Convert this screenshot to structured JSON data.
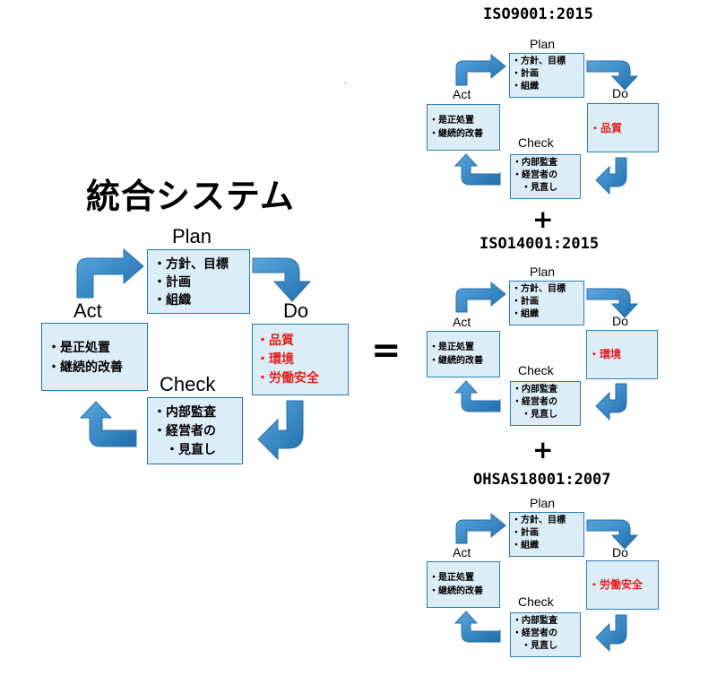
{
  "main": {
    "title": "統合システム",
    "equals": "=",
    "labels": {
      "plan": "Plan",
      "do": "Do",
      "check": "Check",
      "act": "Act"
    },
    "plan_items": [
      "方針、目標",
      "計画",
      "組織"
    ],
    "do_items": [
      "品質",
      "環境",
      "労働安全"
    ],
    "check_items": [
      "内部監査",
      "経営者の",
      "見直し"
    ],
    "act_items": [
      "是正処置",
      "継続的改善"
    ]
  },
  "iso9001": {
    "title": "ISO9001:2015",
    "labels": {
      "plan": "Plan",
      "do": "Do",
      "check": "Check",
      "act": "Act"
    },
    "plan_items": [
      "方針、目標",
      "計画",
      "組織"
    ],
    "do_items": [
      "品質"
    ],
    "check_items": [
      "内部監査",
      "経営者の",
      "見直し"
    ],
    "act_items": [
      "是正処置",
      "継続的改善"
    ]
  },
  "plus1": "+",
  "iso14001": {
    "title": "ISO14001:2015",
    "labels": {
      "plan": "Plan",
      "do": "Do",
      "check": "Check",
      "act": "Act"
    },
    "plan_items": [
      "方針、目標",
      "計画",
      "組織"
    ],
    "do_items": [
      "環境"
    ],
    "check_items": [
      "内部監査",
      "経営者の",
      "見直し"
    ],
    "act_items": [
      "是正処置",
      "継続的改善"
    ]
  },
  "plus2": "+",
  "ohsas18001": {
    "title": "OHSAS18001:2007",
    "labels": {
      "plan": "Plan",
      "do": "Do",
      "check": "Check",
      "act": "Act"
    },
    "plan_items": [
      "方針、目標",
      "計画",
      "組織"
    ],
    "do_items": [
      "労働安全"
    ],
    "check_items": [
      "内部監査",
      "経営者の",
      "見直し"
    ],
    "act_items": [
      "是正処置",
      "継続的改善"
    ]
  },
  "colors": {
    "box_fill": "#dcedf8",
    "box_border": "#1f77b4",
    "arrow": "#3d8fcd",
    "highlight": "#e0201c"
  }
}
